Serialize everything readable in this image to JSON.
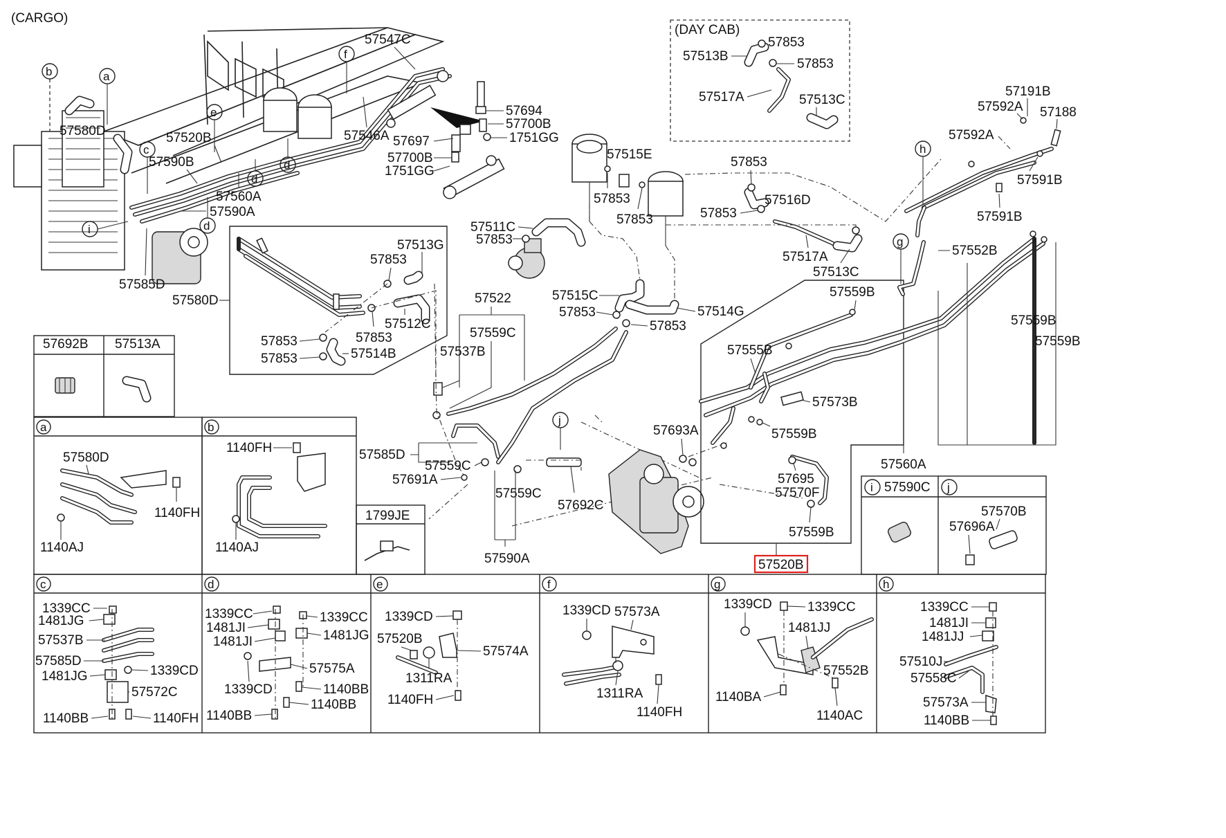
{
  "diagram": {
    "title": "(CARGO)",
    "day_cab": "(DAY CAB)",
    "highlight": "57520B",
    "labels": {
      "l57547C": "57547C",
      "l57694": "57694",
      "l57700B_a": "57700B",
      "l57697": "57697",
      "l1751GG_a": "1751GG",
      "l57700B_b": "57700B",
      "l1751GG_b": "1751GG",
      "l57546A": "57546A",
      "l57580D_top": "57580D",
      "l57520B_top": "57520B",
      "l57590B": "57590B",
      "l57560A_top": "57560A",
      "l57590A_top": "57590A",
      "l57585D_top": "57585D",
      "l57853_dc1": "57853",
      "l57513B": "57513B",
      "l57853_dc2": "57853",
      "l57517A_dc": "57517A",
      "l57513C_dc": "57513C",
      "l57191B": "57191B",
      "l57592A_a": "57592A",
      "l57188": "57188",
      "l57592A_b": "57592A",
      "l57591B_a": "57591B",
      "l57591B_b": "57591B",
      "l57515E": "57515E",
      "l57853_r1": "57853",
      "l57853_r2": "57853",
      "l57853_m1": "57853",
      "l57516D": "57516D",
      "l57853_m2": "57853",
      "l57517A": "57517A",
      "l57513C": "57513C",
      "l57511C": "57511C",
      "l57853_p": "57853",
      "l57515C": "57515C",
      "l57853_q1": "57853",
      "l57514G": "57514G",
      "l57853_q2": "57853",
      "l57552B": "57552B",
      "l57559B_a": "57559B",
      "l57559B_b": "57559B",
      "l57559B_c": "57559B",
      "l57555B": "57555B",
      "l57573B": "57573B",
      "l57559B_d": "57559B",
      "l57560A": "57560A",
      "l57695": "57695",
      "l57570F": "57570F",
      "l57559B_e": "57559B",
      "l57513G": "57513G",
      "l57853_i1": "57853",
      "l57580D_i": "57580D",
      "l57512C": "57512C",
      "l57853_i2": "57853",
      "l57853_i3": "57853",
      "l57853_i4": "57853",
      "l57514B": "57514B",
      "l57522": "57522",
      "l57559C_a": "57559C",
      "l57537B": "57537B",
      "l57693A": "57693A",
      "l57585D_b": "57585D",
      "l57559C_b": "57559C",
      "l57691A": "57691A",
      "l57559C_c": "57559C",
      "l57692C": "57692C",
      "l57590A": "57590A"
    },
    "legend_boxes": {
      "t1_h1": "57692B",
      "t1_h2": "57513A",
      "box_a_letter": "a",
      "box_a_1": "57580D",
      "box_a_2": "1140FH",
      "box_a_3": "1140AJ",
      "box_b_letter": "b",
      "box_b_1": "1140FH",
      "box_b_2": "1140AJ",
      "box_1799": "1799JE",
      "box_i_letter": "i",
      "box_i_part": "57590C",
      "box_j_letter": "j",
      "box_j_1": "57570B",
      "box_j_2": "57696A"
    },
    "bottom_boxes": {
      "c_letter": "c",
      "c1": "1339CC",
      "c2": "1481JG",
      "c3": "57537B",
      "c4": "57585D",
      "c5": "1481JG",
      "c6": "1339CD",
      "c7": "57572C",
      "c8": "1140BB",
      "c9": "1140FH",
      "d_letter": "d",
      "d1": "1339CC",
      "d2": "1339CC",
      "d3": "1481JI",
      "d4": "1481JG",
      "d5": "1481JI",
      "d6": "57575A",
      "d7": "1339CD",
      "d8": "1140BB",
      "d9": "1140BB",
      "d10": "1140BB",
      "e_letter": "e",
      "e1": "1339CD",
      "e2": "57520B",
      "e3": "57574A",
      "e4": "1311RA",
      "e5": "1140FH",
      "f_letter": "f",
      "f1": "1339CD",
      "f2": "57573A",
      "f3": "1311RA",
      "f4": "1140FH",
      "g_letter": "g",
      "g1": "1339CD",
      "g2": "1339CC",
      "g3": "1481JJ",
      "g4": "57552B",
      "g5": "1140BA",
      "g6": "1140AC",
      "h_letter": "h",
      "h1": "1339CC",
      "h2": "1481JI",
      "h3": "1481JJ",
      "h4": "57510J",
      "h5": "57558C",
      "h6": "57573A",
      "h7": "1140BB"
    },
    "callouts": {
      "a": "a",
      "b": "b",
      "c": "c",
      "d1": "d",
      "d2": "d",
      "d3": "d",
      "e": "e",
      "f": "f",
      "g": "g",
      "h": "h",
      "i": "i",
      "j": "j"
    }
  }
}
